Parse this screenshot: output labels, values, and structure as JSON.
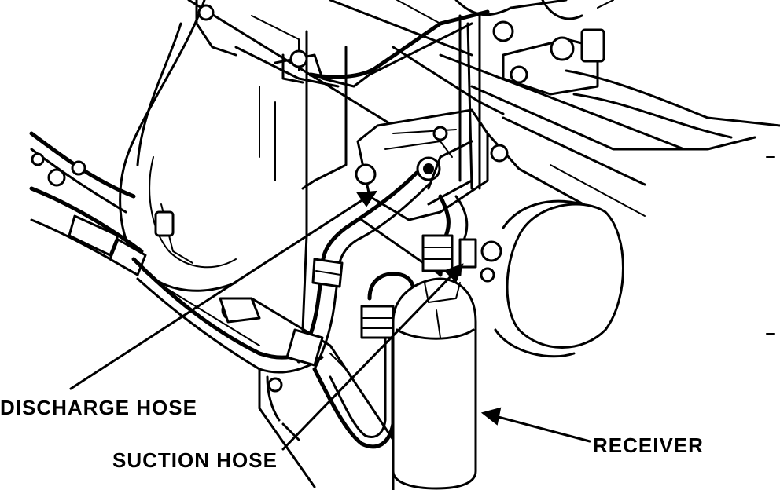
{
  "labels": {
    "discharge_hose": "DISCHARGE HOSE",
    "suction_hose": "SUCTION HOSE",
    "receiver": "RECEIVER"
  }
}
